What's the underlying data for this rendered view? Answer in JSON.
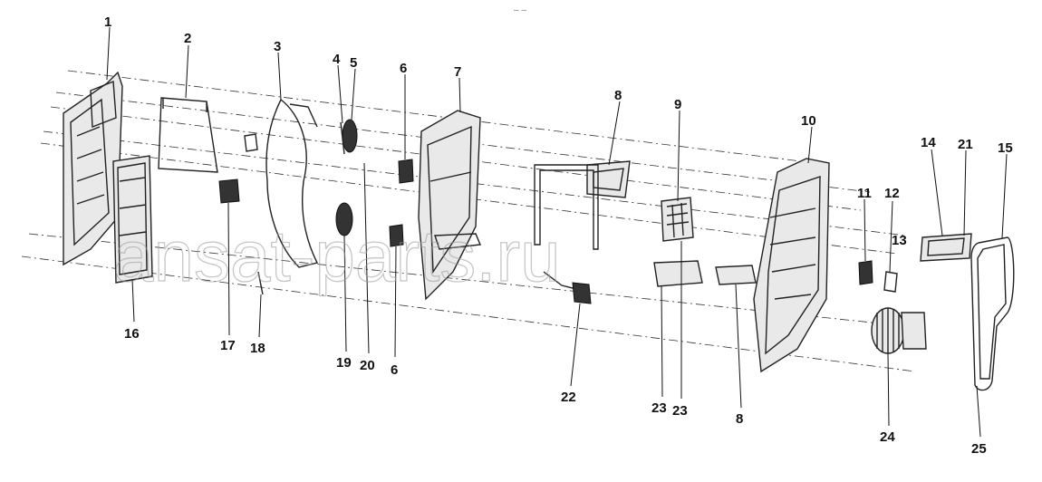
{
  "watermark": "ansat-parts.ru",
  "top_mark": "– –",
  "callouts": [
    {
      "id": "c1",
      "text": "1"
    },
    {
      "id": "c2",
      "text": "2"
    },
    {
      "id": "c3",
      "text": "3"
    },
    {
      "id": "c4",
      "text": "4"
    },
    {
      "id": "c5",
      "text": "5"
    },
    {
      "id": "c6a",
      "text": "6"
    },
    {
      "id": "c7",
      "text": "7"
    },
    {
      "id": "c8a",
      "text": "8"
    },
    {
      "id": "c9",
      "text": "9"
    },
    {
      "id": "c10",
      "text": "10"
    },
    {
      "id": "c11",
      "text": "11"
    },
    {
      "id": "c12",
      "text": "12"
    },
    {
      "id": "c13",
      "text": "13"
    },
    {
      "id": "c14",
      "text": "14"
    },
    {
      "id": "c21",
      "text": "21"
    },
    {
      "id": "c15",
      "text": "15"
    },
    {
      "id": "c16",
      "text": "16"
    },
    {
      "id": "c17",
      "text": "17"
    },
    {
      "id": "c18",
      "text": "18"
    },
    {
      "id": "c19",
      "text": "19"
    },
    {
      "id": "c20",
      "text": "20"
    },
    {
      "id": "c6b",
      "text": "6"
    },
    {
      "id": "c22",
      "text": "22"
    },
    {
      "id": "c23a",
      "text": "23"
    },
    {
      "id": "c23b",
      "text": "23"
    },
    {
      "id": "c8b",
      "text": "8"
    },
    {
      "id": "c24",
      "text": "24"
    },
    {
      "id": "c25",
      "text": "25"
    }
  ]
}
